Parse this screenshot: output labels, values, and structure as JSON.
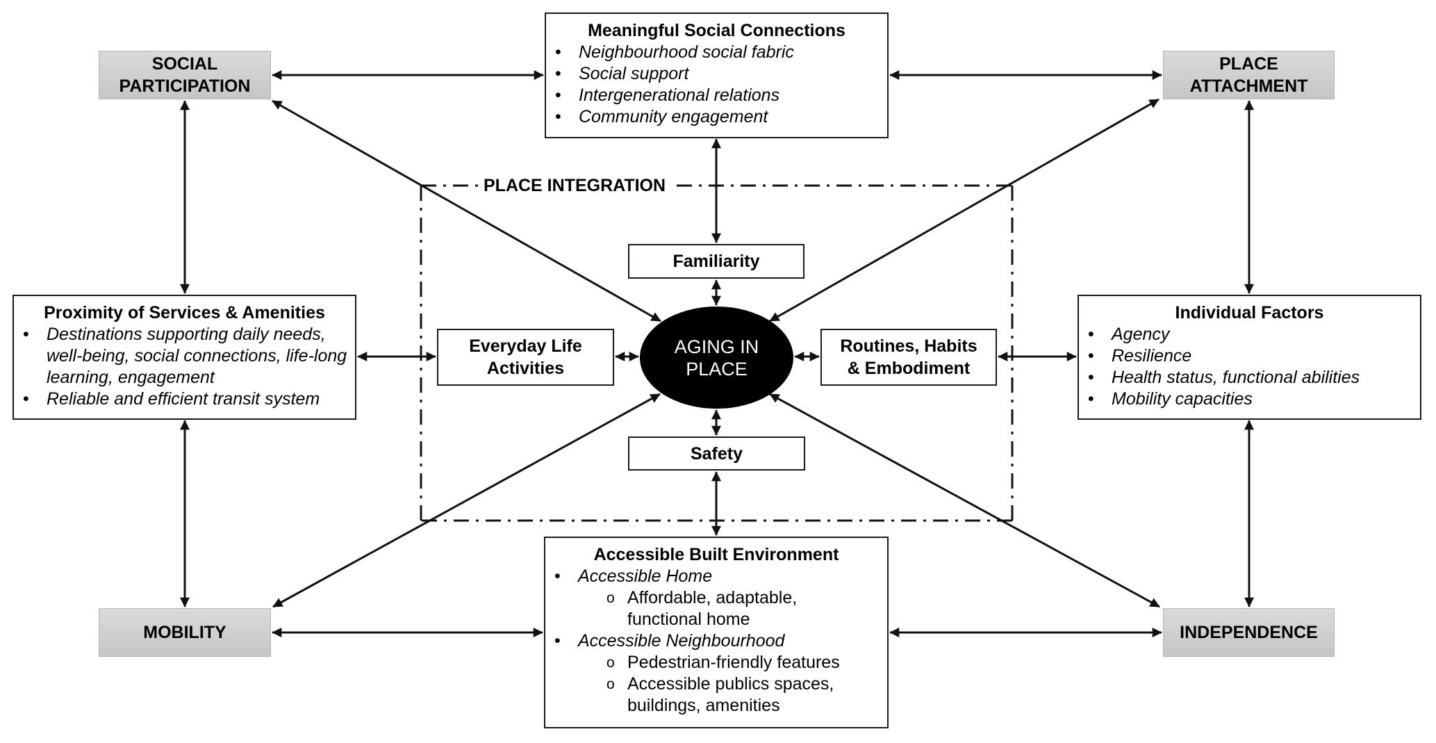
{
  "diagram": {
    "center": {
      "line1": "AGING IN",
      "line2": "PLACE"
    },
    "region_label": "PLACE INTEGRATION",
    "corner_outcomes": {
      "social_participation": {
        "line1": "SOCIAL",
        "line2": "PARTICIPATION"
      },
      "place_attachment": {
        "line1": "PLACE",
        "line2": "ATTACHMENT"
      },
      "mobility": {
        "line1": "MOBILITY"
      },
      "independence": {
        "line1": "INDEPENDENCE"
      }
    },
    "inner_boxes": {
      "familiarity": "Familiarity",
      "safety": "Safety",
      "everyday_life": {
        "line1": "Everyday Life",
        "line2": "Activities"
      },
      "routines": {
        "line1": "Routines, Habits",
        "line2": "& Embodiment"
      }
    },
    "social_connections": {
      "title": "Meaningful Social Connections",
      "items": [
        "Neighbourhood social fabric",
        "Social support",
        "Intergenerational relations",
        "Community engagement"
      ]
    },
    "proximity": {
      "title": "Proximity of Services & Amenities",
      "items": [
        "Destinations supporting daily needs, well-being, social connections, life-long learning, engagement",
        "Reliable and efficient transit system"
      ]
    },
    "individual_factors": {
      "title": "Individual Factors",
      "items": [
        "Agency",
        "Resilience",
        "Health status, functional abilities",
        "Mobility capacities"
      ]
    },
    "built_environment": {
      "title": "Accessible Built Environment",
      "groups": [
        {
          "label": "Accessible Home",
          "subitems": [
            "Affordable, adaptable, functional home"
          ]
        },
        {
          "label": "Accessible Neighbourhood",
          "subitems": [
            "Pedestrian-friendly features",
            "Accessible publics spaces, buildings, amenities"
          ]
        }
      ]
    },
    "colors": {
      "line": "#111111",
      "outcome_fill_top": "#dadada",
      "outcome_fill_bottom": "#c6c6c6",
      "center_fill": "#000000"
    }
  }
}
